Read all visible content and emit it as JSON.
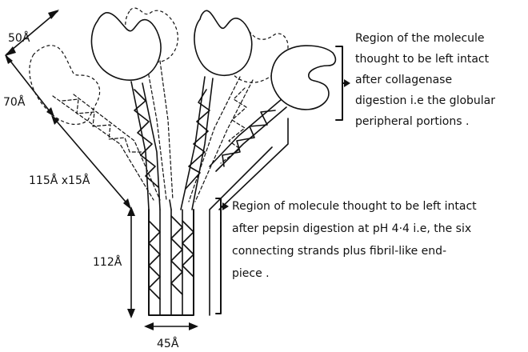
{
  "dimensions": {
    "width_top": "50Å",
    "head_length": "70Å",
    "strand_size": "115Å x15Å",
    "stem_length": "112Å",
    "stem_width": "45Å"
  },
  "annotations": {
    "globular_lines": [
      "Region of the molecule",
      "thought to be left intact",
      "after collagenase",
      "digestion i.e the globular",
      "peripheral portions ."
    ],
    "pepsin_lines": [
      "Region of molecule thought to be left intact",
      "after pepsin digestion at pH 4·4 i.e, the six",
      "connecting strands plus fibril-like end-",
      "piece ."
    ]
  }
}
